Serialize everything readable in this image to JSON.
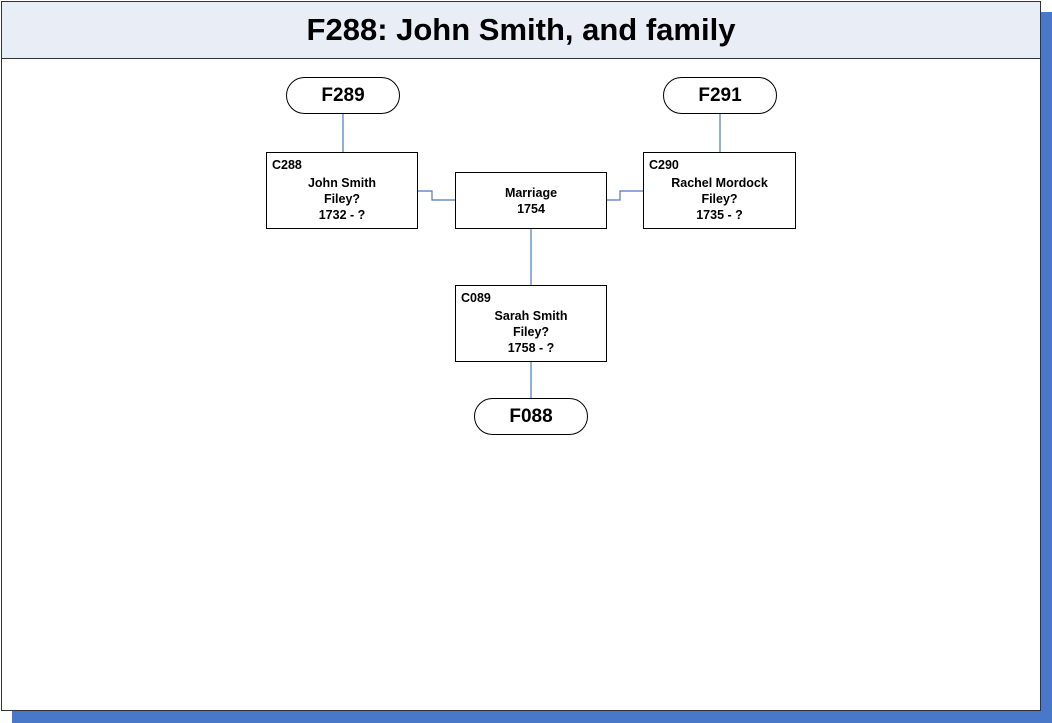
{
  "title": "F288: John Smith, and family",
  "families": {
    "top_left": "F289",
    "top_right": "F291",
    "bottom": "F088"
  },
  "husband": {
    "id": "C288",
    "name": "John Smith",
    "place": "Filey?",
    "dates": "1732 - ?"
  },
  "wife": {
    "id": "C290",
    "name": "Rachel Mordock",
    "place": "Filey?",
    "dates": "1735 - ?"
  },
  "marriage": {
    "label": "Marriage",
    "year": "1754"
  },
  "child": {
    "id": "C089",
    "name": "Sarah Smith",
    "place": "Filey?",
    "dates": "1758 - ?"
  },
  "colors": {
    "connector": "#4a78c8",
    "shadow": "#4a78c8",
    "title_bg": "#e8edf6"
  }
}
